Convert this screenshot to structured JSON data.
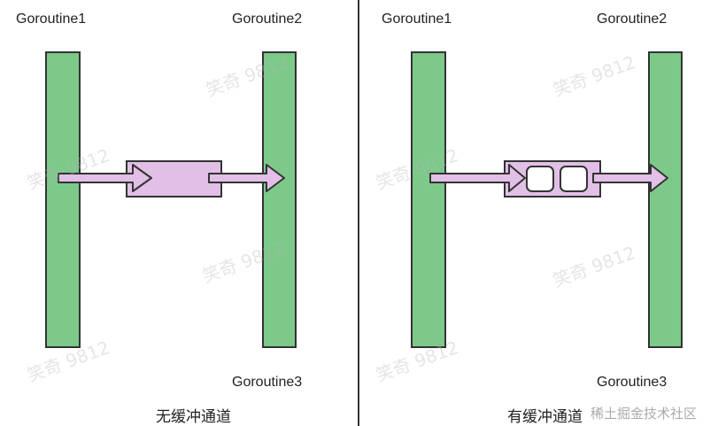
{
  "left_panel": {
    "label_top_left": "Goroutine1",
    "label_top_right": "Goroutine2",
    "label_bottom_right": "Goroutine3",
    "caption": "无缓冲通道"
  },
  "right_panel": {
    "label_top_left": "Goroutine1",
    "label_top_right": "Goroutine2",
    "label_bottom_right": "Goroutine3",
    "caption": "有缓冲通道"
  },
  "watermark": "笑奇 9812",
  "site_watermark": "稀土掘金技术社区",
  "colors": {
    "goroutine_bar": "#7cc98a",
    "channel": "#e2bfe6",
    "outline": "#333333",
    "divider": "#333333"
  }
}
